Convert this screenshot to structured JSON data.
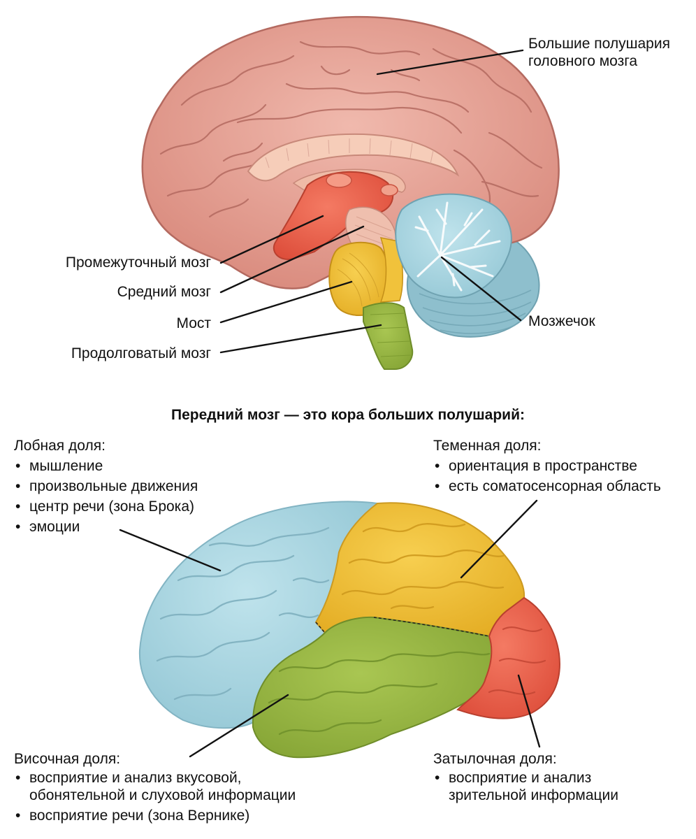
{
  "top_diagram": {
    "labels": {
      "hemispheres": [
        "Большие полушария",
        "головного мозга"
      ],
      "diencephalon": "Промежуточный мозг",
      "midbrain": "Средний мозг",
      "pons": "Мост",
      "medulla": "Продолговатый мозг",
      "cerebellum": "Мозжечок"
    }
  },
  "subtitle": "Передний мозг — это кора больших полушарий:",
  "lobes": {
    "frontal": {
      "title": "Лобная доля:",
      "items": [
        "мышление",
        "произвольные движения",
        "центр речи (зона Брока)",
        "эмоции"
      ]
    },
    "parietal": {
      "title": "Теменная доля:",
      "items": [
        "ориентация в пространстве",
        "есть соматосенсорная область"
      ]
    },
    "temporal": {
      "title": "Височная доля:",
      "items": [
        "восприятие и анализ вкусовой,",
        "обонятельной и слуховой информации",
        "восприятие речи (зона Вернике)"
      ]
    },
    "occipital": {
      "title": "Затылочная доля:",
      "items": [
        "восприятие и анализ",
        "зрительной информации"
      ]
    }
  },
  "colors": {
    "cortex": "#e8a598",
    "cortex_dark": "#b46a60",
    "diencephalon": "#f0644f",
    "midbrain": "#f0c23c",
    "pons": "#f2c33a",
    "medulla": "#9dbb46",
    "cerebellum": "#a9d8e4",
    "frontal": "#a9d8e4",
    "parietal": "#f2c33a",
    "temporal": "#9dbb46",
    "occipital": "#f0644f"
  }
}
